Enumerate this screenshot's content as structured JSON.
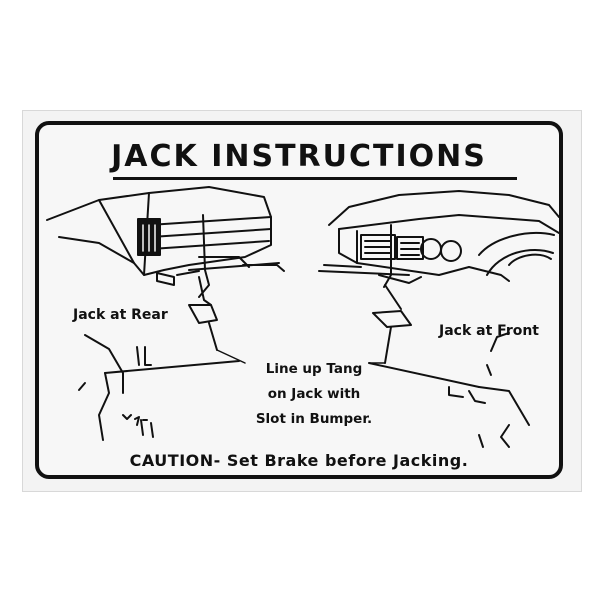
{
  "title": "JACK INSTRUCTIONS",
  "labels": {
    "jack_at_rear": "Jack at Rear",
    "jack_at_front": "Jack at Front",
    "center_lines": [
      "Line up Tang",
      "on Jack with",
      "Slot in Bumper."
    ]
  },
  "caution": "CAUTION- Set Brake before Jacking.",
  "colors": {
    "ink": "#111111",
    "decal_background": "#f3f3f3"
  }
}
